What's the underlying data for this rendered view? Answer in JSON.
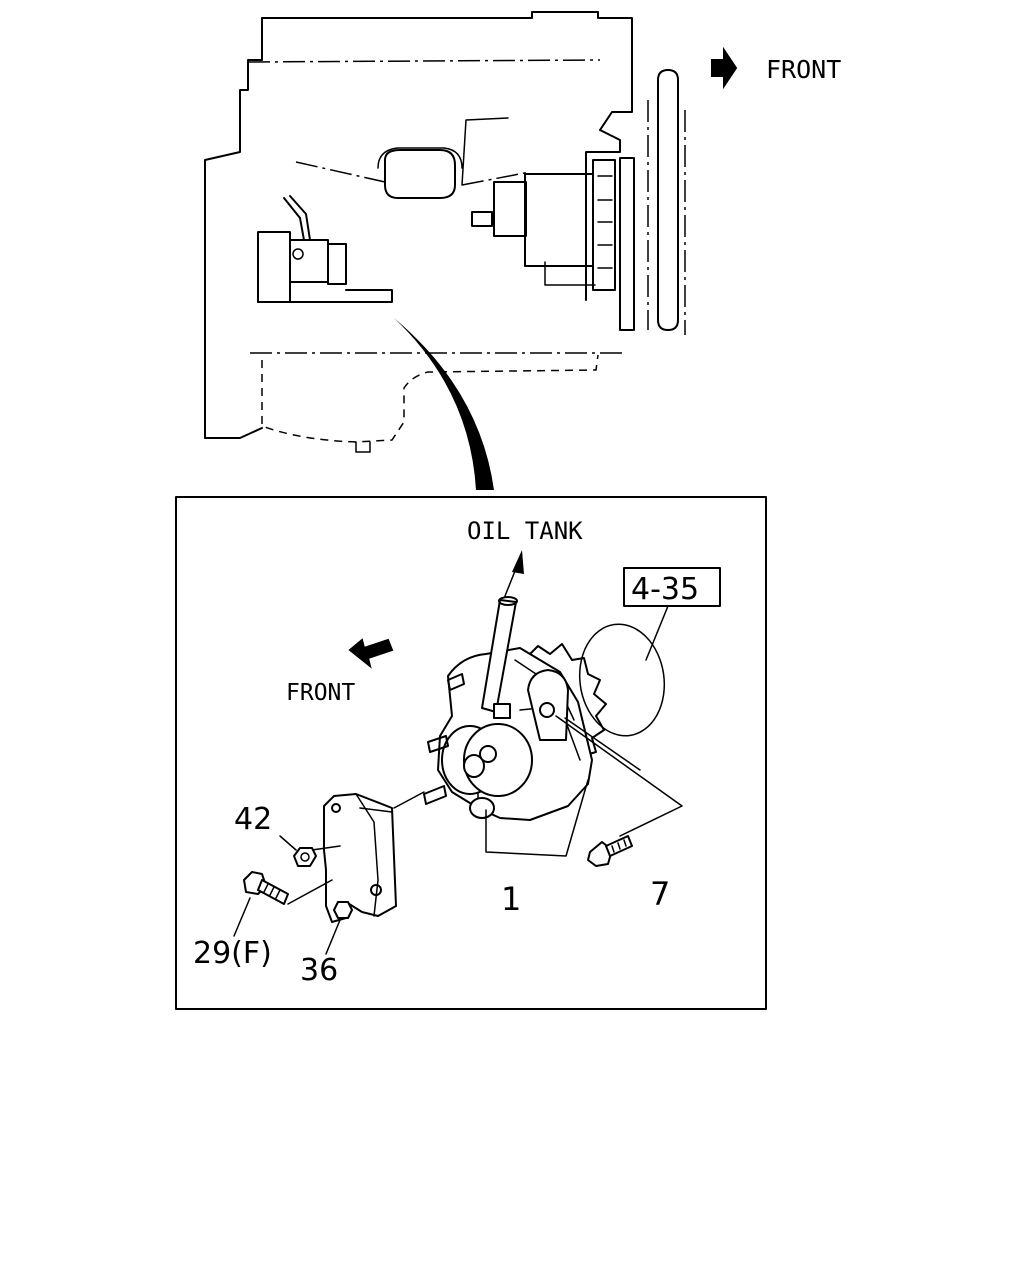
{
  "labels": {
    "front_top": "FRONT",
    "front_inset": "FRONT",
    "oil_tank": "OIL TANK",
    "ref_box": "4-35"
  },
  "callouts": {
    "part_1": "1",
    "part_7": "7",
    "part_29": "29(F)",
    "part_36": "36",
    "part_42": "42"
  }
}
